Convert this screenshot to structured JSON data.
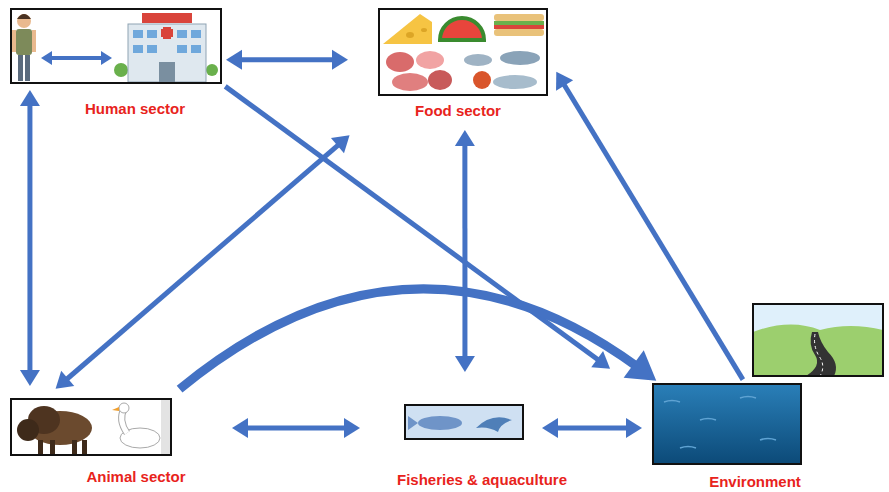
{
  "diagram": {
    "nodes": [
      {
        "text": [
          "Human sector"
        ]
      },
      {
        "text": [
          "Food sector"
        ]
      },
      {
        "text": [
          "Animal sector"
        ]
      },
      {
        "text": [
          "Fisheries & aquaculture"
        ]
      },
      {
        "text": [
          "Environment"
        ]
      }
    ],
    "edges": [
      {
        "from": 0,
        "to": 1,
        "arrow": "both"
      },
      {
        "from": 0,
        "to": 2,
        "arrow": "both"
      },
      {
        "from": 0,
        "to": 4,
        "arrow": "to"
      },
      {
        "from": 2,
        "to": 1,
        "arrow": "both"
      },
      {
        "from": 1,
        "to": 3,
        "arrow": "both"
      },
      {
        "from": 4,
        "to": 1,
        "arrow": "to"
      },
      {
        "from": 2,
        "to": 4,
        "arrow": "to"
      },
      {
        "from": 2,
        "to": 3,
        "arrow": "both"
      },
      {
        "from": 3,
        "to": 4,
        "arrow": "both"
      }
    ]
  }
}
